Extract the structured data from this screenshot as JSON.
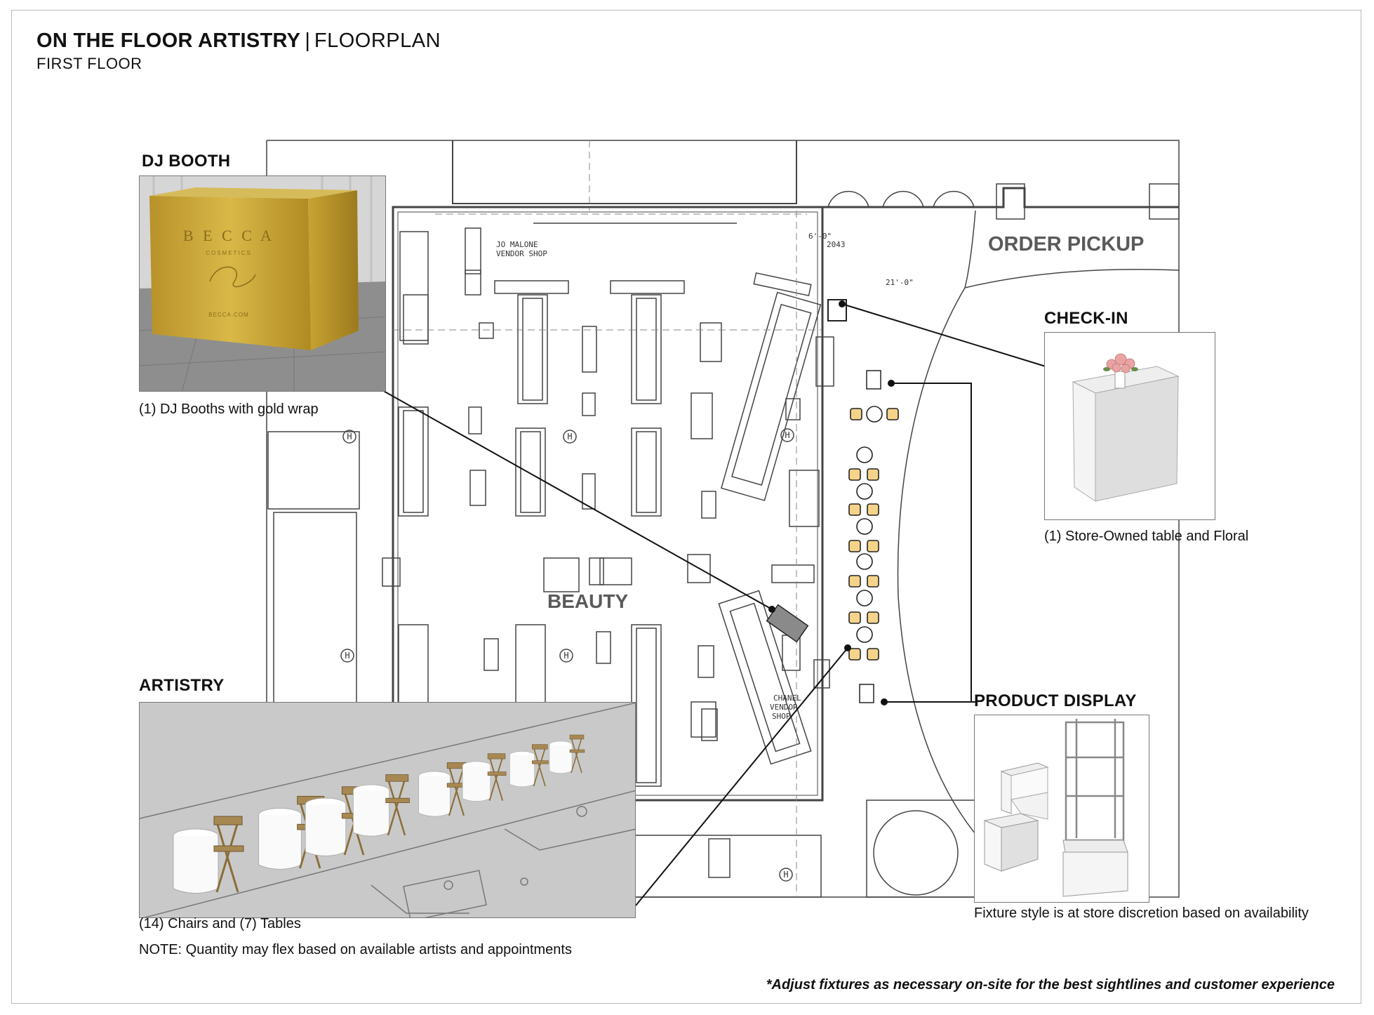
{
  "header": {
    "title_bold": "ON THE FLOOR ARTISTRY",
    "separator": "|",
    "title_light": "FLOORPLAN",
    "subtitle": "FIRST FLOOR"
  },
  "plan": {
    "labels": {
      "order_pickup": "ORDER PICKUP",
      "beauty": "BEAUTY",
      "jo_malone_1": "JO MALONE",
      "jo_malone_2": "VENDOR SHOP",
      "chanel_1": "CHANEL",
      "chanel_2": "VENDOR",
      "chanel_3": "SHOP",
      "dim_1": "21'-0\"",
      "dim_2": "6'-0\"",
      "dim_3": "2043",
      "hydrant": "H"
    }
  },
  "dj_booth": {
    "heading": "DJ BOOTH",
    "caption": "(1) DJ Booths with gold wrap",
    "brand": "B E C C A",
    "brand_sub": "COSMETICS",
    "url_text": "BECCA.COM"
  },
  "check_in": {
    "heading": "CHECK-IN",
    "caption": "(1) Store-Owned table and Floral"
  },
  "artistry": {
    "heading": "ARTISTRY",
    "caption": "(14) Chairs and (7) Tables",
    "note": "NOTE: Quantity may flex based on available artists and appointments"
  },
  "product_display": {
    "heading": "PRODUCT DISPLAY",
    "caption": "Fixture style is at store discretion based on availability"
  },
  "footer": {
    "note": "*Adjust fixtures as necessary on-site for the best sightlines and customer experience"
  },
  "colors": {
    "gold": "#c9a227",
    "chair_fill": "#f5d38a",
    "plan_line": "#444444",
    "inset_gray": "#c9c9c9"
  }
}
